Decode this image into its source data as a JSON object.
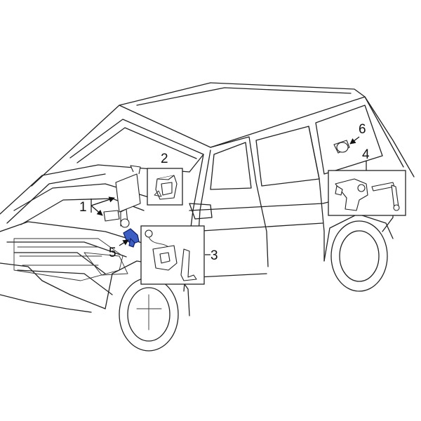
{
  "callouts": [
    {
      "id": "1",
      "text": "1"
    },
    {
      "id": "2",
      "text": "2"
    },
    {
      "id": "3",
      "text": "3"
    },
    {
      "id": "4",
      "text": "4"
    },
    {
      "id": "5",
      "text": "5"
    },
    {
      "id": "6",
      "text": "6"
    }
  ],
  "highlight_color": "#3d5fc4",
  "highlighted_part": "5"
}
